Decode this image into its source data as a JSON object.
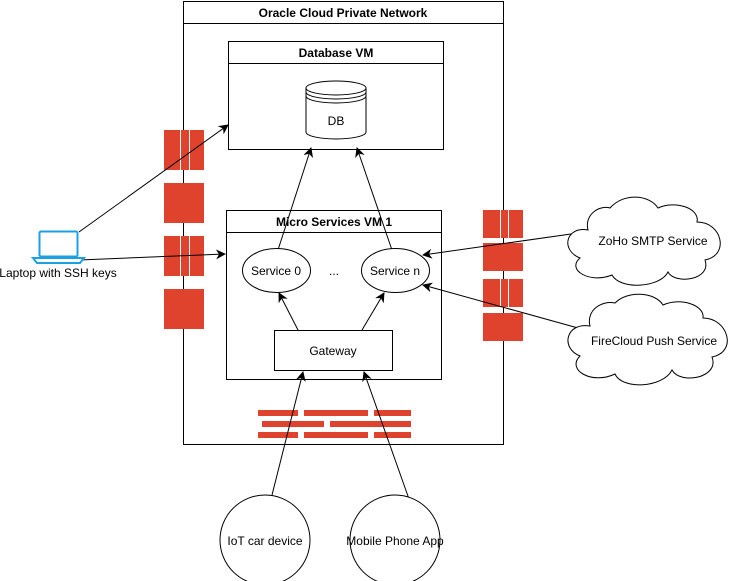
{
  "network": {
    "title": "Oracle Cloud Private Network"
  },
  "database_vm": {
    "title": "Database VM",
    "db_label": "DB"
  },
  "micro_vm": {
    "title": "Micro Services VM 1",
    "service0": "Service 0",
    "ellipsis": "...",
    "service_n": "Service n",
    "gateway": "Gateway"
  },
  "laptop": {
    "label": "Laptop with SSH keys",
    "icon": "laptop-icon"
  },
  "clouds": {
    "smtp": "ZoHo SMTP Service",
    "push": "FireCloud Push Service"
  },
  "clients": {
    "iot": "IoT car device",
    "mobile": "Mobile Phone App"
  },
  "colors": {
    "firewall": "#e0432d",
    "laptop": "#1ba1e2",
    "line": "#000000",
    "background": "#ffffff"
  }
}
